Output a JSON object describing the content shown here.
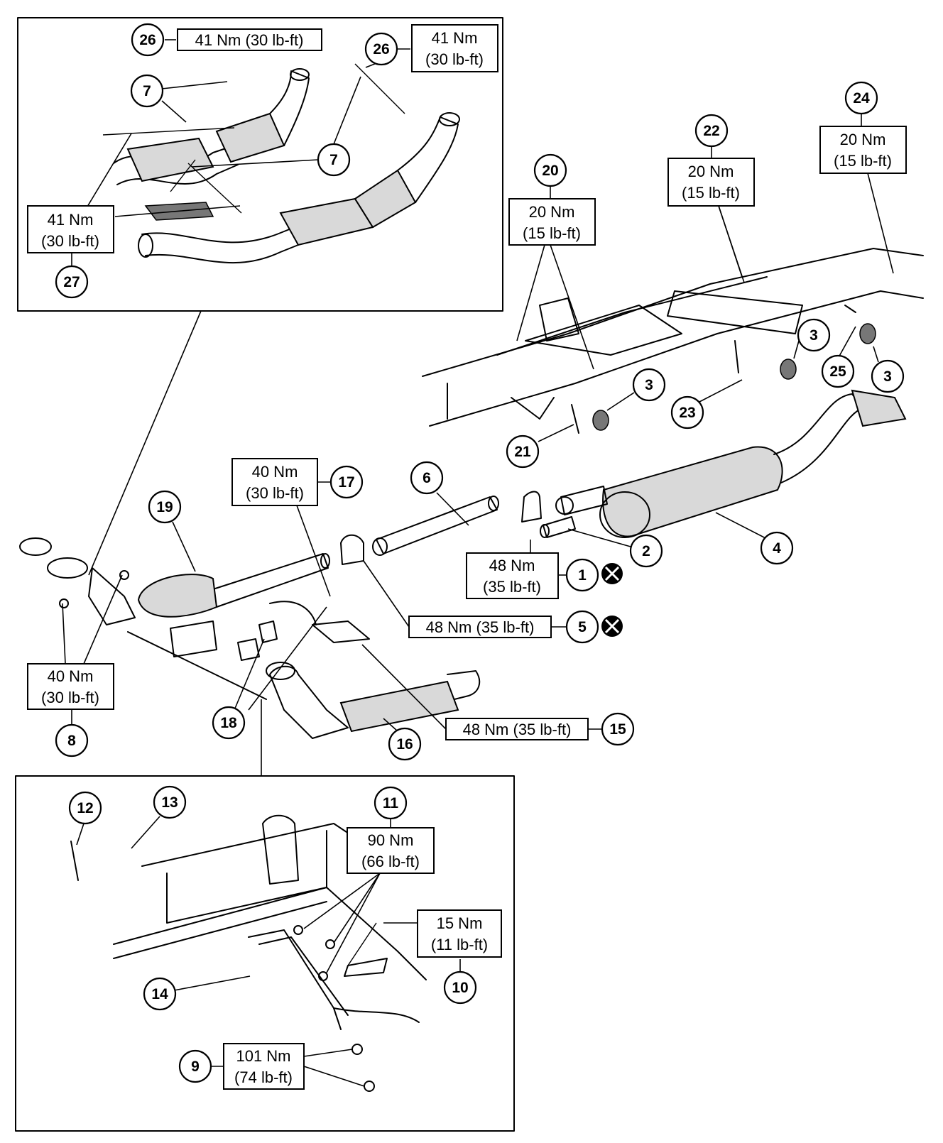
{
  "callouts": [
    {
      "id": "c26a",
      "label": "26"
    },
    {
      "id": "c26b",
      "label": "26"
    },
    {
      "id": "c7a",
      "label": "7"
    },
    {
      "id": "c7b",
      "label": "7"
    },
    {
      "id": "c7c",
      "label": "7"
    },
    {
      "id": "c27",
      "label": "27"
    },
    {
      "id": "c20",
      "label": "20"
    },
    {
      "id": "c22",
      "label": "22"
    },
    {
      "id": "c24",
      "label": "24"
    },
    {
      "id": "c3a",
      "label": "3"
    },
    {
      "id": "c3b",
      "label": "3"
    },
    {
      "id": "c3c",
      "label": "3"
    },
    {
      "id": "c25",
      "label": "25"
    },
    {
      "id": "c23",
      "label": "23"
    },
    {
      "id": "c21",
      "label": "21"
    },
    {
      "id": "c6",
      "label": "6"
    },
    {
      "id": "c17",
      "label": "17"
    },
    {
      "id": "c19",
      "label": "19"
    },
    {
      "id": "c2",
      "label": "2"
    },
    {
      "id": "c4",
      "label": "4"
    },
    {
      "id": "c1",
      "label": "1"
    },
    {
      "id": "c5",
      "label": "5"
    },
    {
      "id": "c8",
      "label": "8"
    },
    {
      "id": "c18",
      "label": "18"
    },
    {
      "id": "c16",
      "label": "16"
    },
    {
      "id": "c15",
      "label": "15"
    },
    {
      "id": "c11",
      "label": "11"
    },
    {
      "id": "c12",
      "label": "12"
    },
    {
      "id": "c13",
      "label": "13"
    },
    {
      "id": "c10",
      "label": "10"
    },
    {
      "id": "c14",
      "label": "14"
    },
    {
      "id": "c9",
      "label": "9"
    }
  ],
  "torques": [
    {
      "id": "t26a",
      "lines": [
        "41 Nm (30 lb-ft)"
      ]
    },
    {
      "id": "t26b",
      "lines": [
        "41 Nm",
        "(30 lb-ft)"
      ]
    },
    {
      "id": "t27",
      "lines": [
        "41 Nm",
        "(30 lb-ft)"
      ]
    },
    {
      "id": "t20",
      "lines": [
        "20 Nm",
        "(15 lb-ft)"
      ]
    },
    {
      "id": "t22",
      "lines": [
        "20 Nm",
        "(15 lb-ft)"
      ]
    },
    {
      "id": "t24",
      "lines": [
        "20 Nm",
        "(15 lb-ft)"
      ]
    },
    {
      "id": "t17",
      "lines": [
        "40 Nm",
        "(30 lb-ft)"
      ]
    },
    {
      "id": "t1",
      "lines": [
        "48 Nm",
        "(35 lb-ft)"
      ]
    },
    {
      "id": "t5",
      "lines": [
        "48 Nm (35 lb-ft)"
      ]
    },
    {
      "id": "t8",
      "lines": [
        "40 Nm",
        "(30 lb-ft)"
      ]
    },
    {
      "id": "t15",
      "lines": [
        "48 Nm (35 lb-ft)"
      ]
    },
    {
      "id": "t11",
      "lines": [
        "90 Nm",
        "(66 lb-ft)"
      ]
    },
    {
      "id": "t10",
      "lines": [
        "15 Nm",
        "(11 lb-ft)"
      ]
    },
    {
      "id": "t9",
      "lines": [
        "101 Nm",
        "(74 lb-ft)"
      ]
    }
  ],
  "markers": [
    {
      "id": "x1",
      "icon": "do-not-reuse-icon"
    },
    {
      "id": "x5",
      "icon": "do-not-reuse-icon"
    }
  ],
  "colors": {
    "line": "#000000",
    "background": "#ffffff",
    "fill": "#d9d9d9"
  }
}
